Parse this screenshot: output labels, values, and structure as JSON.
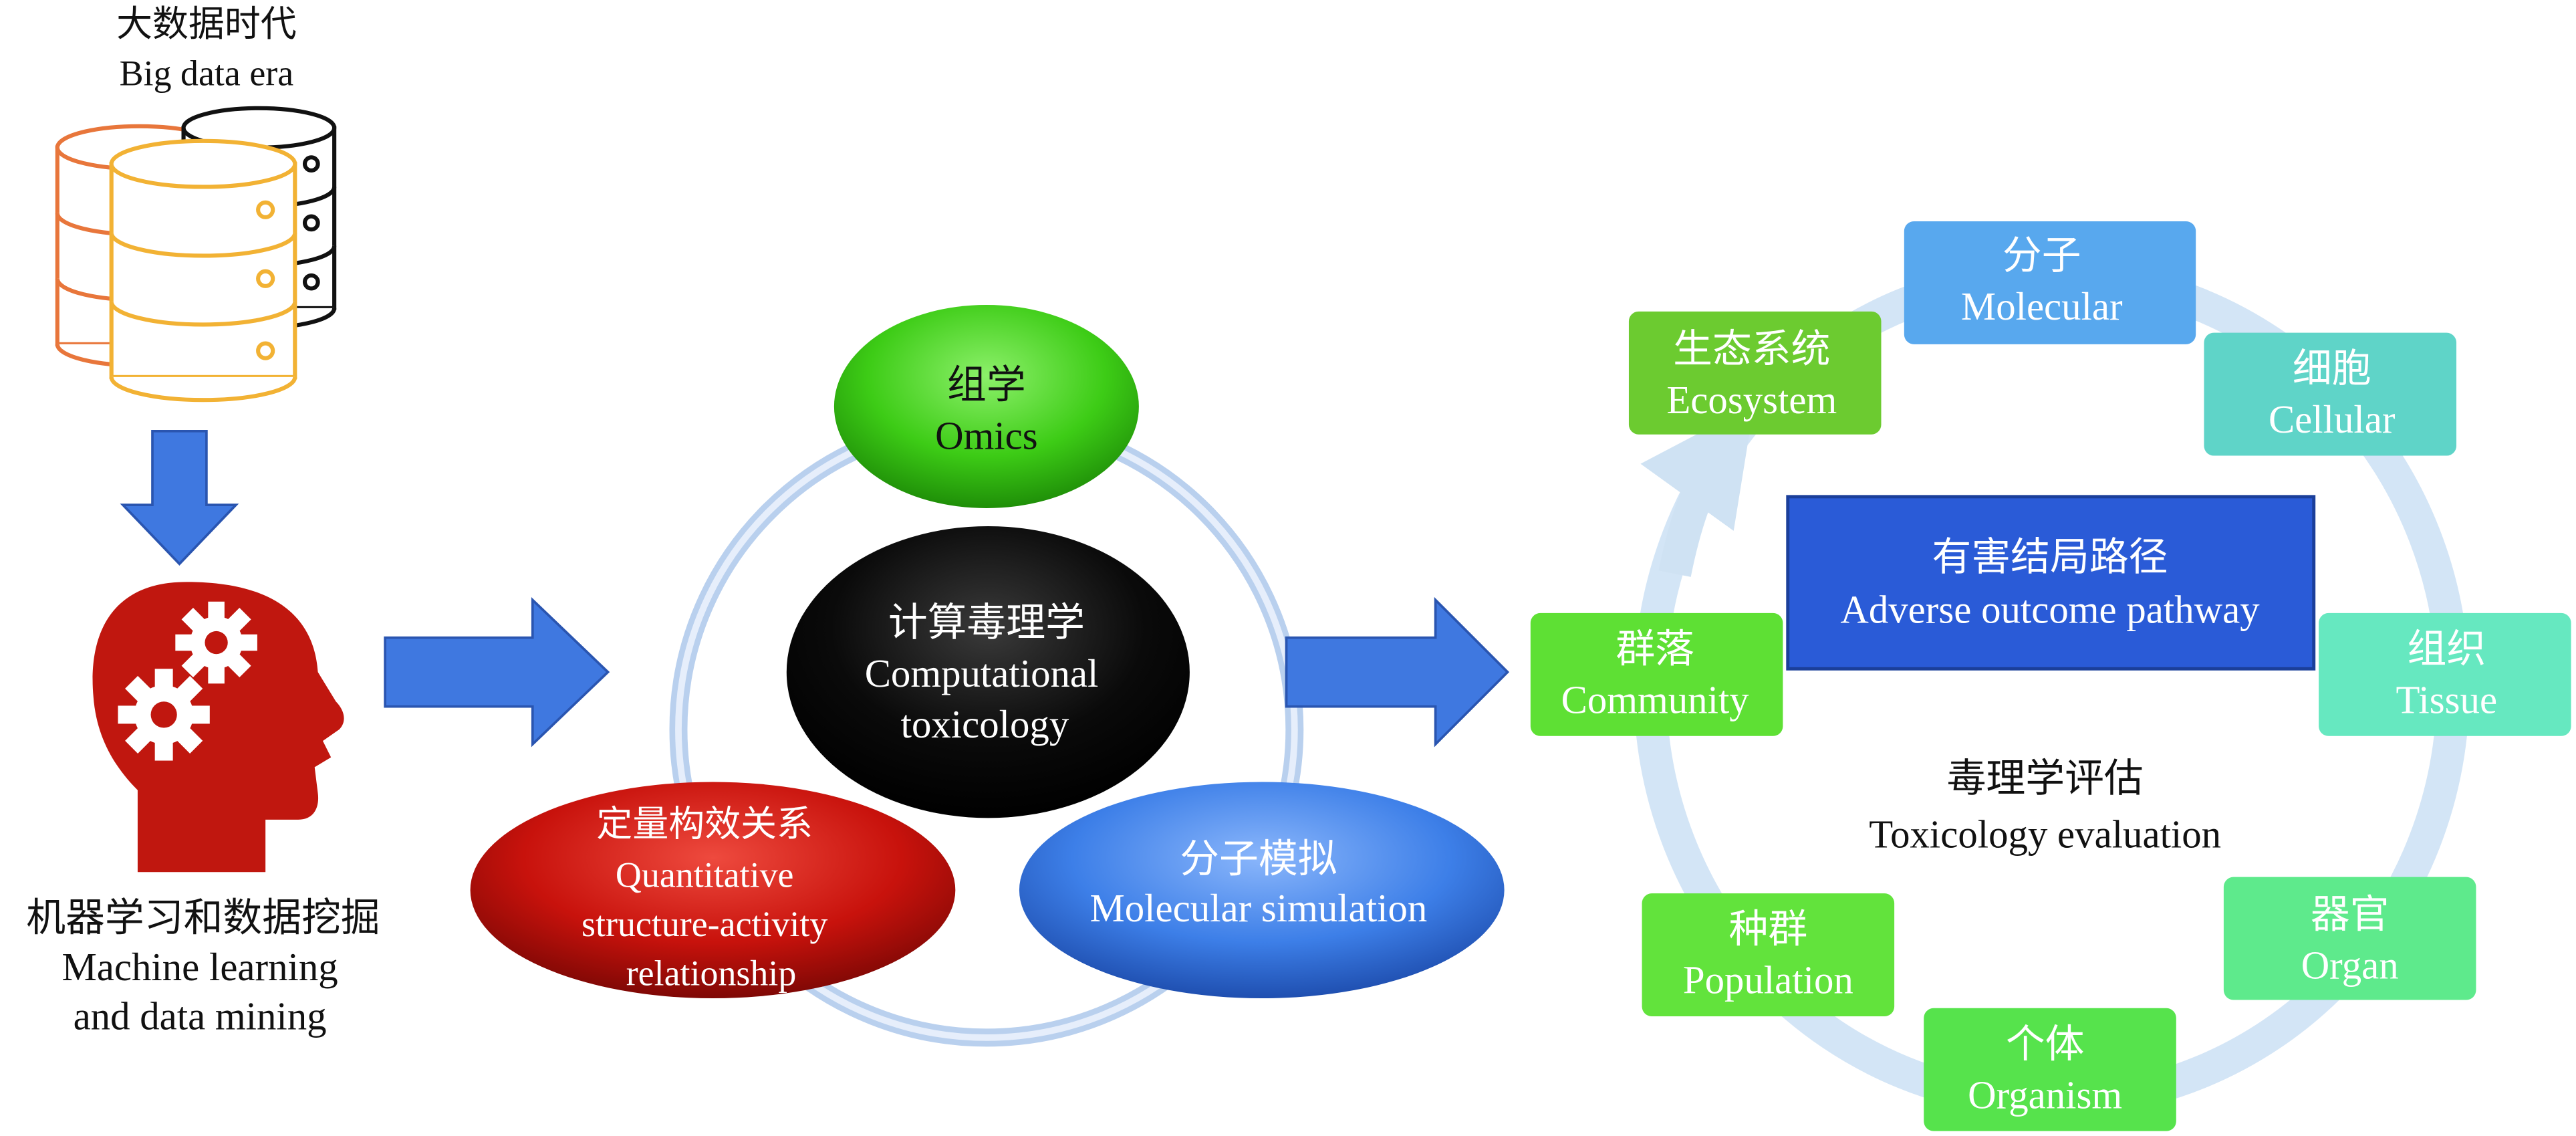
{
  "left": {
    "big_data_cn": "大数据时代",
    "big_data_en": "Big data era",
    "ml_cn": "机器学习和数据挖掘",
    "ml_en_line1": "Machine learning",
    "ml_en_line2": "and data mining"
  },
  "middle": {
    "center_cn": "计算毒理学",
    "center_en_line1": "Computational",
    "center_en_line2": "toxicology",
    "omics_cn": "组学",
    "omics_en": "Omics",
    "qsar_cn": "定量构效关系",
    "qsar_en_line1": "Quantitative",
    "qsar_en_line2": "structure-activity",
    "qsar_en_line3": "relationship",
    "molsim_cn": "分子模拟",
    "molsim_en": "Molecular simulation"
  },
  "right": {
    "aop_cn": "有害结局路径",
    "aop_en": "Adverse outcome pathway",
    "eval_cn": "毒理学评估",
    "eval_en": "Toxicology evaluation",
    "molecular_cn": "分子",
    "molecular_en": "Molecular",
    "cellular_cn": "细胞",
    "cellular_en": "Cellular",
    "tissue_cn": "组织",
    "tissue_en": "Tissue",
    "organ_cn": "器官",
    "organ_en": "Organ",
    "organism_cn": "个体",
    "organism_en": "Organism",
    "population_cn": "种群",
    "population_en": "Population",
    "community_cn": "群落",
    "community_en": "Community",
    "ecosystem_cn": "生态系统",
    "ecosystem_en": "Ecosystem"
  },
  "colors": {
    "arrow_blue": "#3f78e0",
    "head_red": "#c0170f",
    "omics_green": "#3dcc16",
    "qsar_red": "#c8120c",
    "molsim_blue": "#3d7fe8",
    "center_black": "#0a0a0a",
    "aop_blue": "#2a5bd7",
    "ring_light_blue": "#cfe2f3",
    "molecular_blue": "#58a8ee",
    "cellular_teal": "#5fd4c8",
    "tissue_teal": "#66e8c0",
    "organ_green": "#5eea8c",
    "organism_green": "#56e34c",
    "population_green": "#62e33c",
    "community_green": "#5ee034",
    "ecosystem_green": "#6ccb30"
  },
  "icons": [
    "database-stack-icon",
    "down-arrow-icon",
    "head-gears-icon",
    "right-arrow-icon",
    "cycle-arrow-icon"
  ]
}
